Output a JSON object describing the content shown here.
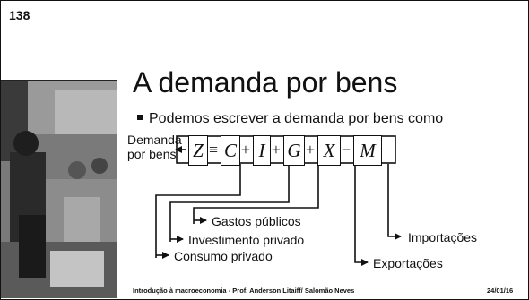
{
  "slide": {
    "number": "138",
    "title": "A demanda por bens",
    "bullet": "Podemos escrever a demanda por bens como"
  },
  "equation": {
    "label_line1": "Demanda",
    "label_line2": "por bens",
    "symbols": [
      "Z",
      "≡",
      "C",
      "+",
      "I",
      "+",
      "G",
      "+",
      "X",
      "−",
      "M"
    ]
  },
  "annotations": {
    "gastos": "Gastos públicos",
    "investimento": "Investimento privado",
    "consumo": "Consumo privado",
    "importacoes": "Importações",
    "exportacoes": "Exportações"
  },
  "footer": {
    "left": "Introdução à macroeconomia - Prof. Anderson Litaiff/ Salomão Neves",
    "date": "24/01/16"
  }
}
